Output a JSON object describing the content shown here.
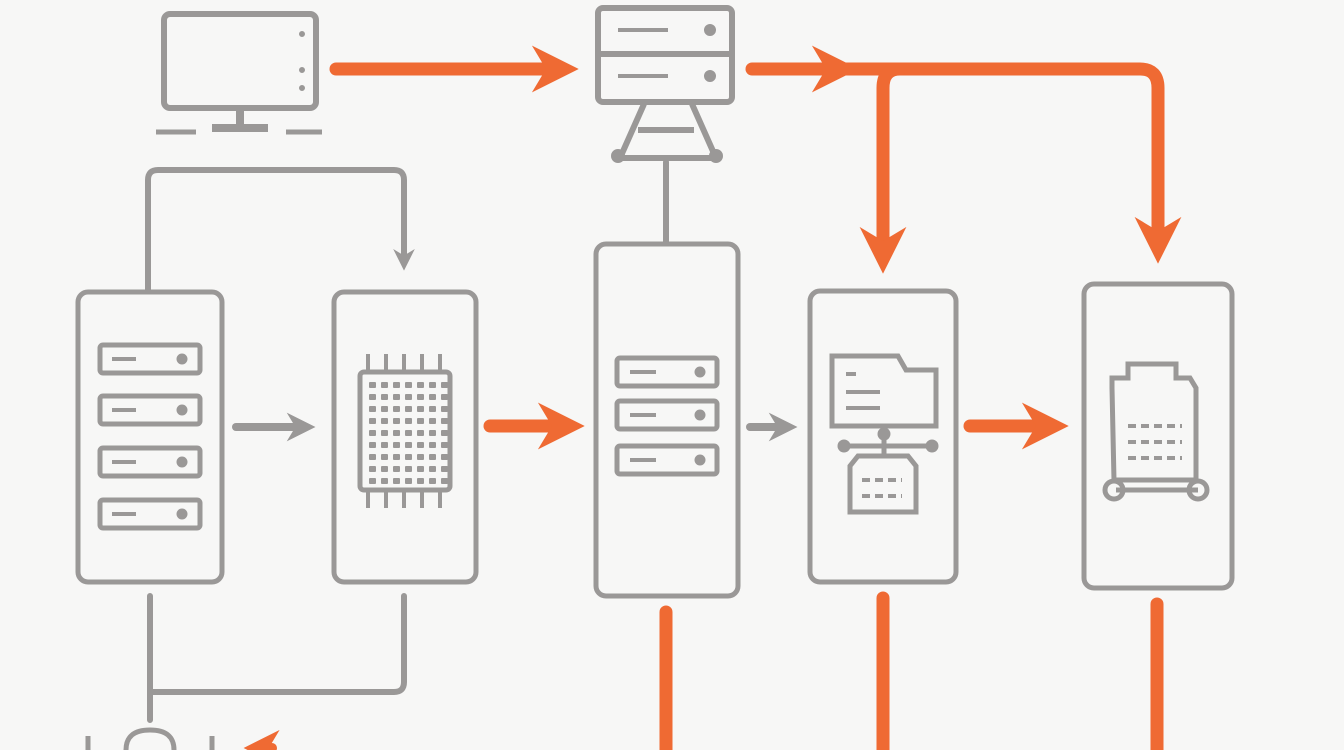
{
  "colors": {
    "background": "#f7f7f6",
    "outline": "#9a9897",
    "accent": "#ef6a33",
    "gray_arrow": "#9a9897"
  },
  "nodes": [
    {
      "id": "client-monitor",
      "icon": "monitor-icon"
    },
    {
      "id": "gateway-server",
      "icon": "server-rack-icon"
    },
    {
      "id": "server-cabinet-left",
      "icon": "server-rack-icon"
    },
    {
      "id": "processor-panel",
      "icon": "chip-grid-icon"
    },
    {
      "id": "server-cabinet-center",
      "icon": "server-rack-icon"
    },
    {
      "id": "folder-network-panel",
      "icon": "folder-network-icon"
    },
    {
      "id": "storage-panel",
      "icon": "storage-device-icon"
    },
    {
      "id": "bottom-device",
      "icon": "device-icon"
    }
  ],
  "connections": [
    {
      "from": "client-monitor",
      "to": "gateway-server",
      "style": "accent-arrow"
    },
    {
      "from": "gateway-server",
      "to": "folder-network-panel",
      "style": "accent-arrow"
    },
    {
      "from": "gateway-server",
      "to": "storage-panel",
      "style": "accent-arrow"
    },
    {
      "from": "gateway-server",
      "to": "server-cabinet-center",
      "style": "gray-line"
    },
    {
      "from": "server-cabinet-left",
      "to": "processor-panel",
      "style": "gray-loop-arrow"
    },
    {
      "from": "server-cabinet-left",
      "to": "processor-panel",
      "style": "gray-arrow"
    },
    {
      "from": "processor-panel",
      "to": "server-cabinet-center",
      "style": "accent-arrow"
    },
    {
      "from": "server-cabinet-center",
      "to": "folder-network-panel",
      "style": "gray-arrow"
    },
    {
      "from": "folder-network-panel",
      "to": "storage-panel",
      "style": "accent-arrow"
    },
    {
      "from": "server-cabinet-left",
      "to": "processor-panel",
      "style": "gray-bottom-loop"
    }
  ]
}
